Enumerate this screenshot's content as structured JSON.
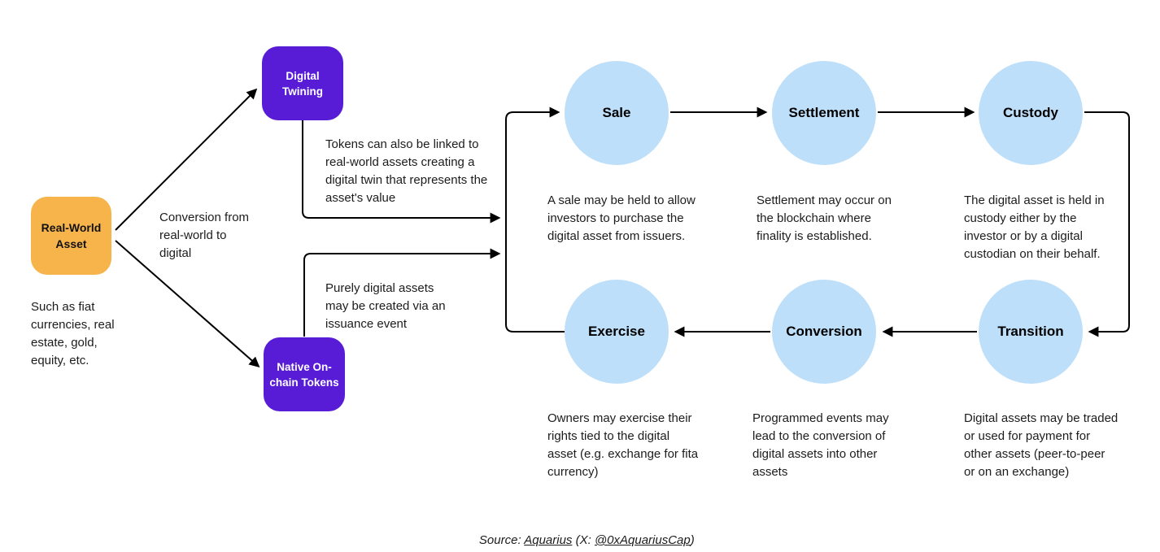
{
  "asset": {
    "label": "Real-World Asset",
    "caption": "Such as fiat currencies, real estate, gold, equity, etc."
  },
  "conversion_note": "Conversion from real-world to digital",
  "tokenization": {
    "digital_twining": {
      "label": "Digital Twining",
      "note": "Tokens can also be linked to real-world assets creating a digital twin that represents the asset's value"
    },
    "native_onchain": {
      "label": "Native On-chain Tokens",
      "note": "Purely digital assets may be created via an issuance event"
    }
  },
  "stages": [
    {
      "label": "Sale",
      "description": "A sale may be held to allow investors to purchase the digital asset from issuers."
    },
    {
      "label": "Settlement",
      "description": "Settlement may occur on the blockchain where finality is established."
    },
    {
      "label": "Custody",
      "description": "The digital asset is held in custody either by the investor or by a digital custodian on their behalf."
    },
    {
      "label": "Transition",
      "description": "Digital assets may be traded or used for payment for other assets (peer-to-peer or on an exchange)"
    },
    {
      "label": "Conversion",
      "description": "Programmed events may lead to the conversion of digital assets into other assets"
    },
    {
      "label": "Exercise",
      "description": "Owners may exercise their rights tied to the digital asset (e.g. exchange for fita currency)"
    }
  ],
  "source_note": {
    "prefix": "Source: ",
    "publisher": "Aquarius",
    "middle": " (X: ",
    "handle": "@0xAquariusCap",
    "suffix": ")"
  },
  "colors": {
    "asset_box": "#F6B44B",
    "token_box": "#581BD6",
    "stage_circle": "#BEDFF9",
    "connector": "#000000"
  }
}
